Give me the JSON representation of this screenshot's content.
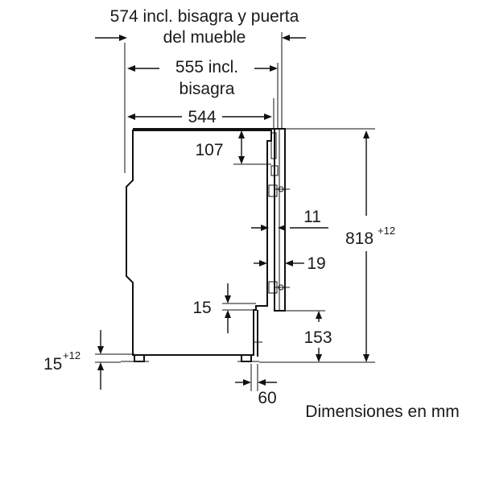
{
  "dimensions": {
    "width_574": {
      "value": "574",
      "text_line1": "574 incl. bisagra y puerta",
      "text_line2": "del mueble"
    },
    "width_555": {
      "text_line1": "555 incl.",
      "text_line2": "bisagra"
    },
    "width_544": "544",
    "top_107": "107",
    "gap_11": "11",
    "gap_19": "19",
    "height_818": "818",
    "height_818_tolerance": "+12",
    "foot_15": "15",
    "foot_15_tolerance": "+12",
    "lower_15": "15",
    "lower_153": "153",
    "bottom_60": "60"
  },
  "caption": "Dimensiones en mm"
}
